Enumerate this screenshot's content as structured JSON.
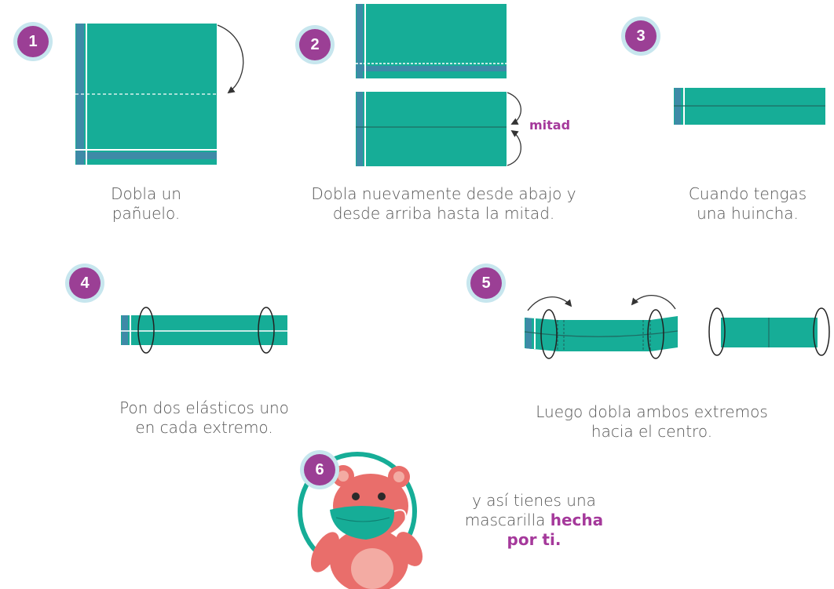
{
  "colors": {
    "teal": "#16ad97",
    "stripe": "#3e8aa7",
    "purple": "#9b3f95",
    "halo": "#c7e6ee",
    "bear": "#e96e6b"
  },
  "steps": [
    {
      "num": "1",
      "caption_lines": [
        "Dobla un",
        "pañuelo."
      ]
    },
    {
      "num": "2",
      "caption_lines": [
        "Dobla nuevamente desde abajo y",
        "desde arriba hasta la mitad."
      ],
      "label": "mitad"
    },
    {
      "num": "3",
      "caption_lines": [
        "Cuando tengas",
        "una huincha."
      ]
    },
    {
      "num": "4",
      "caption_lines": [
        "Pon dos elásticos uno",
        "en cada extremo."
      ]
    },
    {
      "num": "5",
      "caption_lines": [
        "Luego dobla ambos extremos",
        "hacia el centro."
      ]
    },
    {
      "num": "6",
      "caption_pre": "y así tienes una",
      "caption_mid": "mascarilla",
      "caption_bold1": "hecha",
      "caption_bold2": "por ti."
    }
  ]
}
